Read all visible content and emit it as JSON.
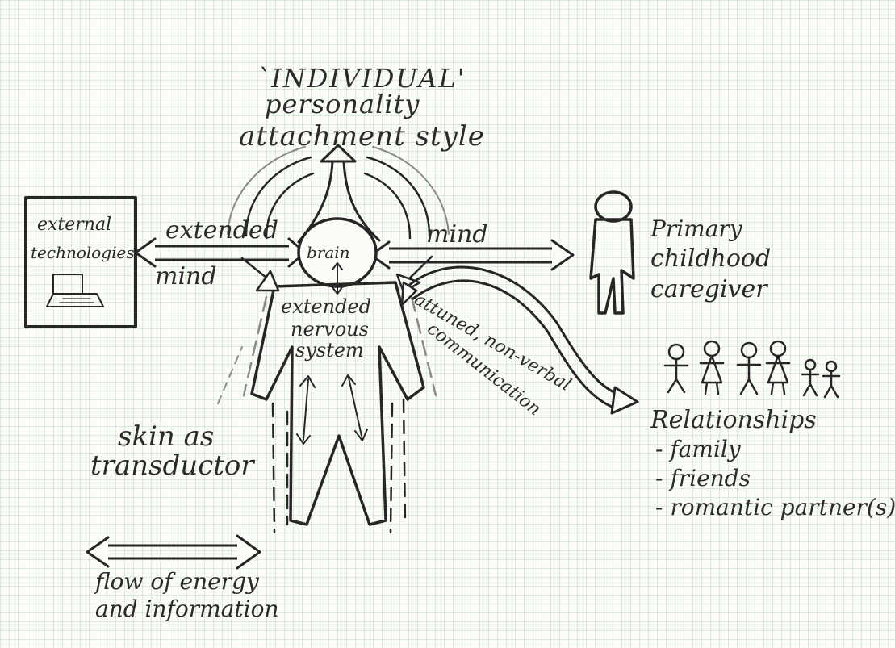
{
  "title": {
    "line1": "`INDIVIDUAL'",
    "line2": "personality",
    "line3": "attachment style"
  },
  "external": {
    "line1": "external",
    "line2": "technologies"
  },
  "extended_mind": {
    "extended": "extended",
    "mind_left": "mind",
    "mind_right": "mind"
  },
  "brain": "brain",
  "nervous_system": {
    "line1": "extended",
    "line2": "nervous",
    "line3": "system"
  },
  "communication": {
    "line1": "attuned, non-verbal",
    "line2": "communication"
  },
  "caregiver": {
    "line1": "Primary",
    "line2": "childhood",
    "line3": "caregiver"
  },
  "relationships": {
    "title": "Relationships",
    "items": [
      "- family",
      "- friends",
      "- romantic partner(s)"
    ]
  },
  "skin": {
    "line1": "skin as",
    "line2": "transductor"
  },
  "legend": {
    "line1": "flow of energy",
    "line2": "and information"
  }
}
